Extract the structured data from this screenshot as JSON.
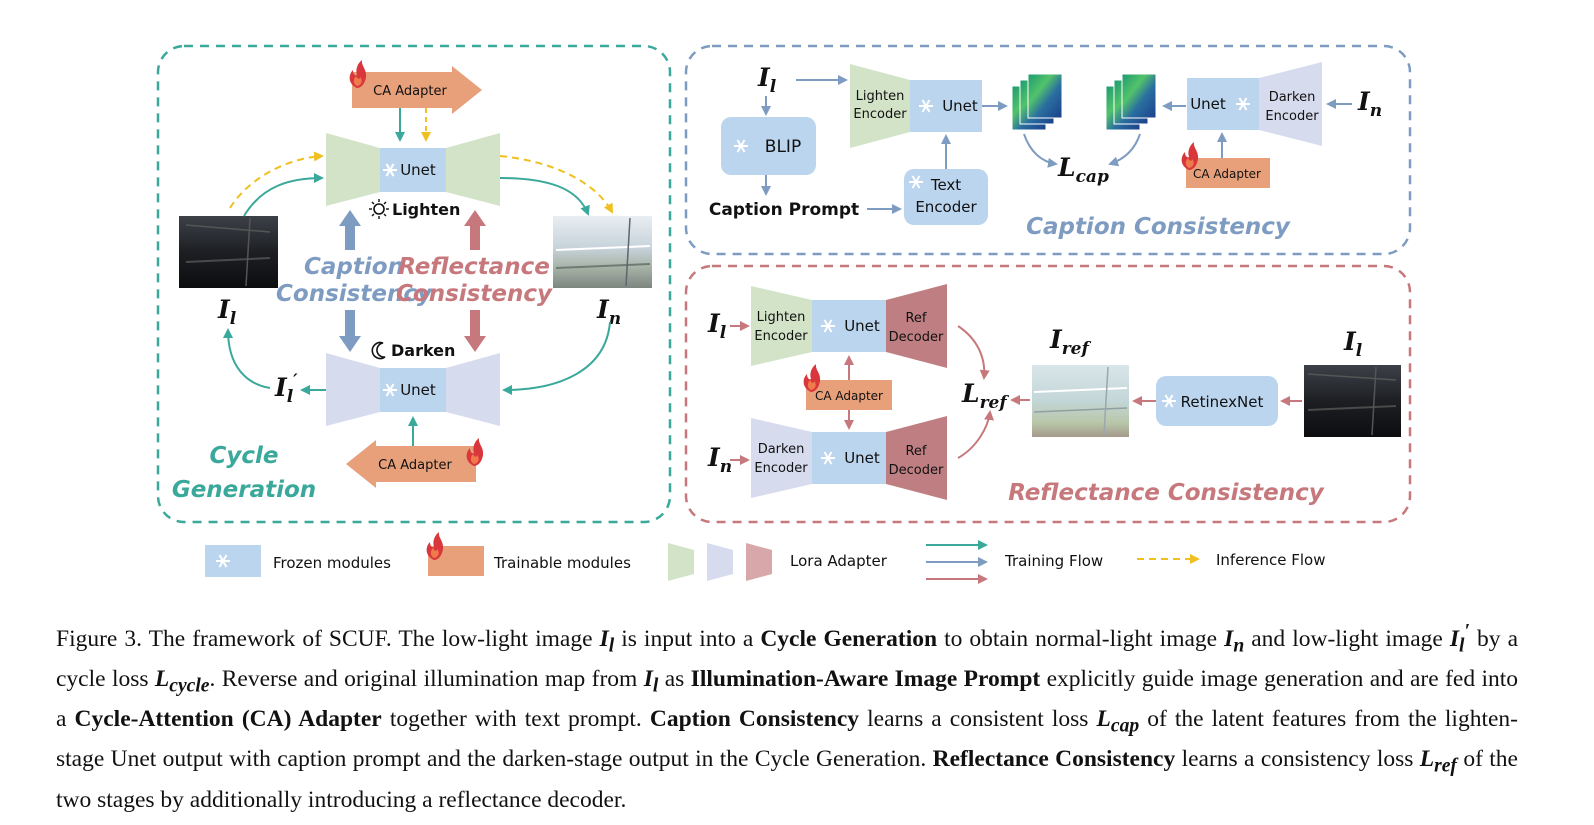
{
  "cycle_generation": {
    "title_line1": "Cycle",
    "title_line2": "Generation",
    "ca_adapter": "CA Adapter",
    "unet": "Unet",
    "lighten": "Lighten",
    "darken": "Darken",
    "caption_consistency_line1": "Caption",
    "caption_consistency_line2": "Consistency",
    "reflectance_consistency_line1": "Reflectance",
    "reflectance_consistency_line2": "Consistency",
    "input_symbol": "I",
    "input_sub": "l",
    "output_symbol": "I",
    "output_sub": "n",
    "recon_symbol": "I",
    "recon_sub": "l",
    "recon_prime": "′"
  },
  "caption_consistency": {
    "title": "Caption Consistency",
    "input_symbol": "I",
    "input_sub": "l",
    "blip": "BLIP",
    "caption_prompt": "Caption Prompt",
    "lighten_encoder_line1": "Lighten",
    "lighten_encoder_line2": "Encoder",
    "unet": "Unet",
    "text_encoder_line1": "Text",
    "text_encoder_line2": "Encoder",
    "loss_symbol": "L",
    "loss_sub": "cap",
    "darken_encoder_line1": "Darken",
    "darken_encoder_line2": "Encoder",
    "ca_adapter": "CA Adapter",
    "right_symbol": "I",
    "right_sub": "n"
  },
  "reflectance_consistency": {
    "title": "Reflectance Consistency",
    "in_l_symbol": "I",
    "in_l_sub": "l",
    "in_n_symbol": "I",
    "in_n_sub": "n",
    "lighten_encoder_line1": "Lighten",
    "lighten_encoder_line2": "Encoder",
    "darken_encoder_line1": "Darken",
    "darken_encoder_line2": "Encoder",
    "unet": "Unet",
    "ref_decoder_line1": "Ref",
    "ref_decoder_line2": "Decoder",
    "ca_adapter": "CA Adapter",
    "loss_symbol": "L",
    "loss_sub": "ref",
    "iref_symbol": "I",
    "iref_sub": "ref",
    "retinexnet": "RetinexNet",
    "right_symbol": "I",
    "right_sub": "l"
  },
  "legend": {
    "frozen": "Frozen modules",
    "trainable": "Trainable modules",
    "lora": "Lora Adapter",
    "training": "Training Flow",
    "inference": "Inference Flow"
  },
  "caption": {
    "p1": "Figure 3. The framework of SCUF. The low-light image ",
    "m1": "I",
    "m1s": "l",
    "p2": " is input into a ",
    "b1": "Cycle Generation",
    "p3": " to obtain normal-light image ",
    "m2": "I",
    "m2s": "n",
    "p4": " and low-light image ",
    "m3": "I",
    "m3s": "l",
    "m3p": "′",
    "p5": " by a cycle loss ",
    "m4": "L",
    "m4s": "cycle",
    "p6": ". Reverse and original illumination map from ",
    "m5": "I",
    "m5s": "l",
    "p7": " as ",
    "b2": "Illumination-Aware Image Prompt",
    "p8": " explicitly guide image generation and are fed into a ",
    "b3": "Cycle-Attention (CA) Adapter",
    "p9": " together with text prompt. ",
    "b4": "Caption Consistency",
    "p10": " learns a consistent loss ",
    "m6": "L",
    "m6s": "cap",
    "p11": " of the latent features from the lighten-stage Unet output with caption prompt and the darken-stage output in the Cycle Generation. ",
    "b5": "Reflectance Consistency",
    "p12": " learns a consistency loss ",
    "m7": "L",
    "m7s": "ref",
    "p13": " of the two stages by additionally introducing a reflectance decoder."
  },
  "colors": {
    "teal": "#3aa89a",
    "slate_blue": "#7e9cc2",
    "rose": "#c7787c",
    "orange": "#e8a07a",
    "unet_fill": "#bcd5ee",
    "lighten_fill": "#d3e3c8",
    "darken_fill": "#d7dbee",
    "ref_fill": "#bf7f82",
    "inference_yellow": "#f0c020"
  }
}
